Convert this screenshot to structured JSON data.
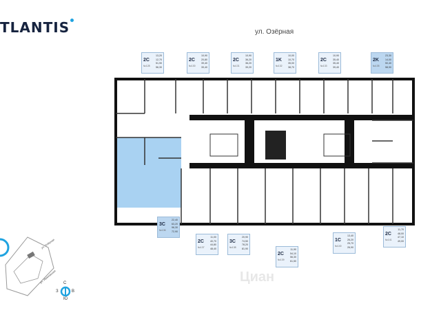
{
  "brand": {
    "name": "TLANTIS",
    "accent": "#1fa3e0"
  },
  "street_top": "ул. Озёрная",
  "watermark": "Циан",
  "apartments": [
    {
      "code": "2C",
      "sup": "E",
      "num": "№128",
      "areas": [
        "13,20",
        "12,70",
        "51,90",
        "56,30"
      ],
      "selected": false
    },
    {
      "code": "2C",
      "sup": "",
      "num": "№130",
      "areas": [
        "10,90",
        "20,80",
        "39,40",
        "39,40"
      ],
      "selected": false
    },
    {
      "code": "2C",
      "sup": "",
      "num": "№131",
      "areas": [
        "10,90",
        "36,20",
        "36,20",
        "39,20"
      ],
      "selected": false
    },
    {
      "code": "1K",
      "sup": "",
      "num": "№132",
      "areas": [
        "10,00",
        "10,70",
        "35,00",
        "38,70"
      ],
      "selected": false
    },
    {
      "code": "2C",
      "sup": "",
      "num": "№133",
      "areas": [
        "10,90",
        "35,40",
        "35,40",
        "39,40"
      ],
      "selected": false
    },
    {
      "code": "2K",
      "sup": "E",
      "num": "№135",
      "areas": [
        "23,30",
        "14,00",
        "50,40",
        "58,90"
      ],
      "selected": true
    },
    {
      "code": "3C",
      "sup": "",
      "num": "№136",
      "areas": [
        "22,40",
        "63,20",
        "96,30",
        "72,90"
      ],
      "selected": true
    },
    {
      "code": "2C",
      "sup": "",
      "num": "№137",
      "areas": [
        "11,00",
        "40,70",
        "44,80",
        "48,40"
      ],
      "selected": false
    },
    {
      "code": "3C",
      "sup": "",
      "num": "№138",
      "areas": [
        "20,90",
        "74,50",
        "78,20",
        "81,90"
      ],
      "selected": false
    },
    {
      "code": "2C",
      "sup": "",
      "num": "№139",
      "areas": [
        "11,90",
        "54,10",
        "56,30",
        "61,50"
      ],
      "selected": false
    },
    {
      "code": "1C",
      "sup": "",
      "num": "№140",
      "areas": [
        "13,40",
        "26,20",
        "25,70",
        "26,90"
      ],
      "selected": false
    },
    {
      "code": "2C",
      "sup": "",
      "num": "№141",
      "areas": [
        "11,70",
        "48,00",
        "47,10",
        "49,00"
      ],
      "selected": false
    }
  ],
  "map": {
    "street1": "ул. Озёрная",
    "street2": "ул. Ивановская"
  },
  "compass": {
    "n": "С",
    "s": "Ю",
    "w": "З",
    "e": "В"
  }
}
